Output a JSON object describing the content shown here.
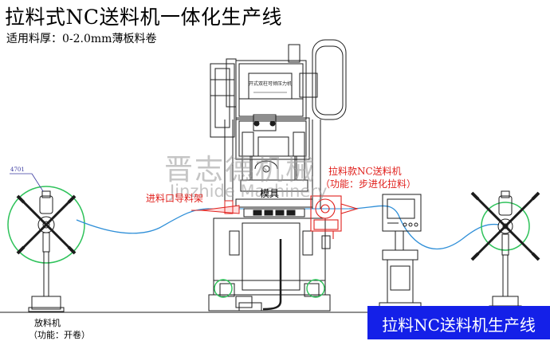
{
  "title": "拉料式NC送料机一体化生产线",
  "subtitle": "适用料厚：0-2.0mm薄板料卷",
  "labels": {
    "feed_guide": "进料口导料架",
    "feeder_line1": "拉料款NC送料机",
    "feeder_line2": "（功能：步进化拉料）",
    "uncoiler_line1": "放料机",
    "uncoiler_line2": "（功能：开卷）",
    "mould": "模具",
    "dimension": "4701"
  },
  "watermark": {
    "cn": "晋志德机械",
    "en": "Jinzhide Machinery"
  },
  "banner": "拉料NC送料机生产线",
  "colors": {
    "line": "#1c1c1c",
    "coil_material": "#2f8fd8",
    "highlight_ring": "#2ec25a",
    "feeder_red": "#e0201c",
    "banner_bg": "#1420e8",
    "banner_text": "#ffffff"
  }
}
